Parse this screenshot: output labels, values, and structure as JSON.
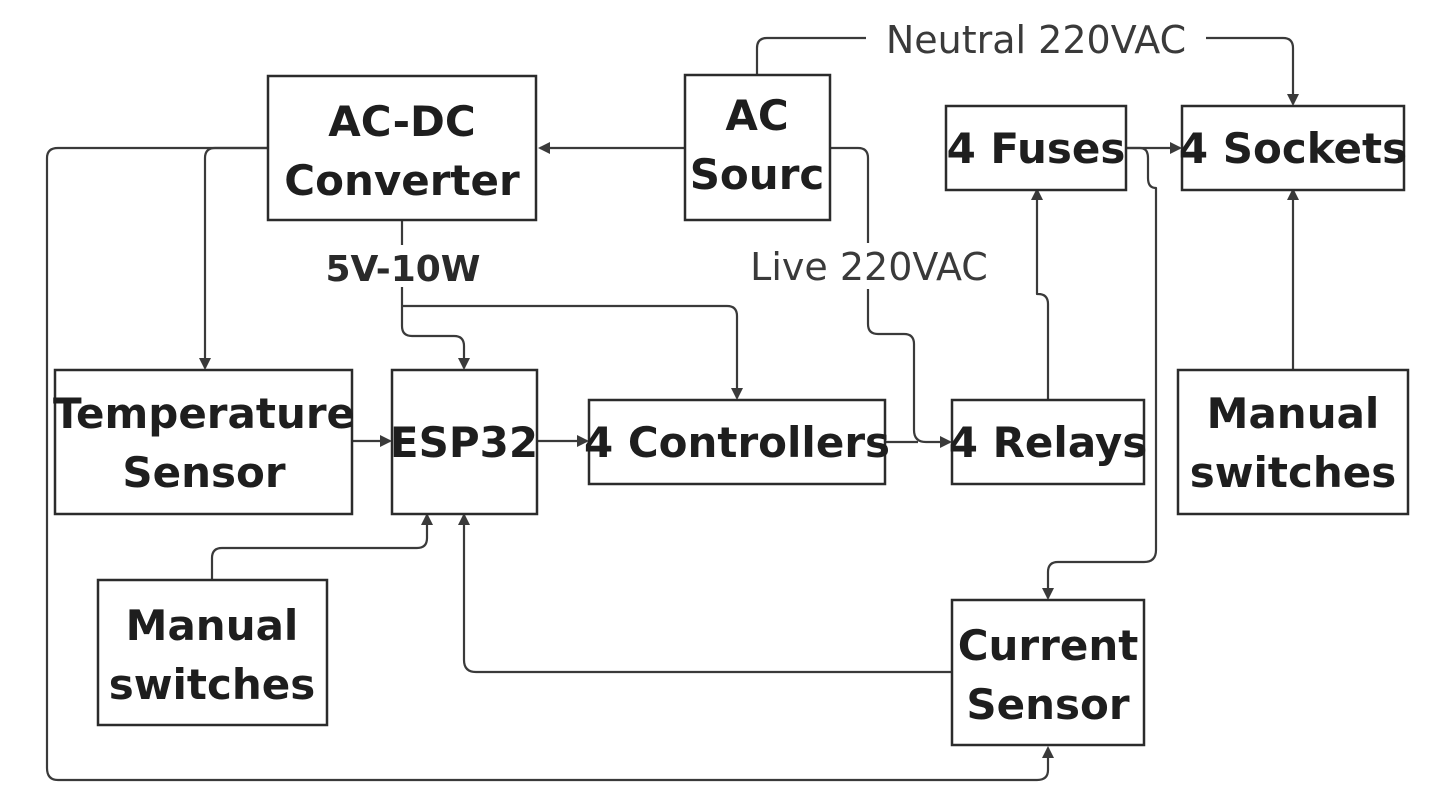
{
  "blocks": {
    "ac_dc_converter": {
      "line1": "AC-DC",
      "line2": "Converter"
    },
    "ac_source": {
      "line1": "AC",
      "line2": "Sourc"
    },
    "fuses": {
      "label": "4 Fuses"
    },
    "sockets": {
      "label": "4 Sockets"
    },
    "temperature_sensor": {
      "line1": "Temperature",
      "line2": "Sensor"
    },
    "esp32": {
      "label": "ESP32"
    },
    "controllers": {
      "label": "4 Controllers"
    },
    "relays": {
      "label": "4 Relays"
    },
    "manual_switches_right": {
      "line1": "Manual",
      "line2": "switches"
    },
    "manual_switches_left": {
      "line1": "Manual",
      "line2": "switches"
    },
    "current_sensor": {
      "line1": "Current",
      "line2": "Sensor"
    }
  },
  "connection_labels": {
    "neutral": "Neutral 220VAC",
    "live": "Live 220VAC",
    "power": "5V-10W"
  }
}
